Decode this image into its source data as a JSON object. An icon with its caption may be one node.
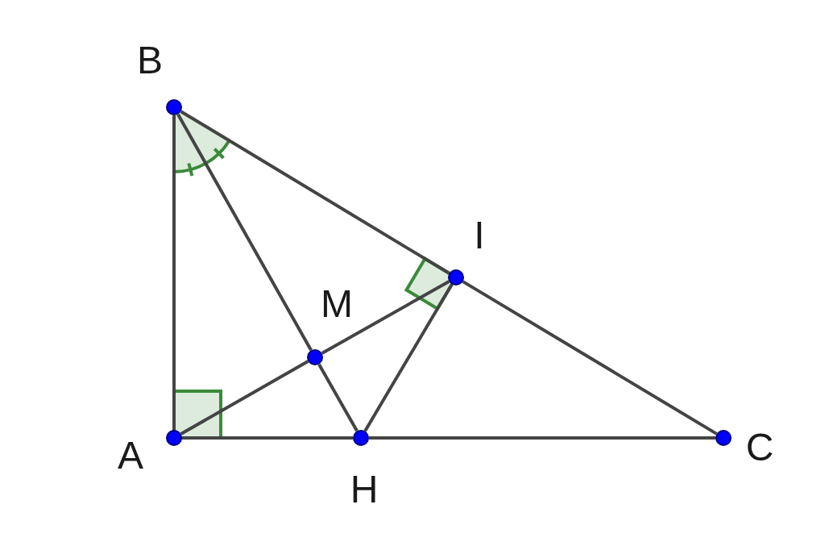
{
  "diagram": {
    "nodes": [
      {
        "text": [],
        "shape": "circle",
        "beside": [
          "B"
        ]
      },
      {
        "text": [],
        "shape": "circle",
        "beside": [
          "I"
        ]
      },
      {
        "text": [],
        "shape": "circle",
        "beside": [
          "M"
        ]
      },
      {
        "text": [],
        "shape": "circle",
        "beside": [
          "A"
        ]
      },
      {
        "text": [],
        "shape": "circle",
        "beside": [
          "H"
        ]
      },
      {
        "text": [],
        "shape": "circle",
        "beside": [
          "C"
        ]
      }
    ],
    "edges": [
      {
        "from": 0,
        "to": 3,
        "arrow": "none"
      },
      {
        "from": 0,
        "to": 2,
        "arrow": "none"
      },
      {
        "from": 2,
        "to": 4,
        "arrow": "none"
      },
      {
        "from": 3,
        "to": 2,
        "arrow": "none"
      },
      {
        "from": 2,
        "to": 1,
        "arrow": "none"
      },
      {
        "from": 0,
        "to": 1,
        "arrow": "none"
      },
      {
        "from": 1,
        "to": 5,
        "arrow": "none"
      },
      {
        "from": 3,
        "to": 4,
        "arrow": "none"
      },
      {
        "from": 4,
        "to": 5,
        "arrow": "none"
      },
      {
        "from": 4,
        "to": 1,
        "arrow": "none"
      }
    ]
  }
}
